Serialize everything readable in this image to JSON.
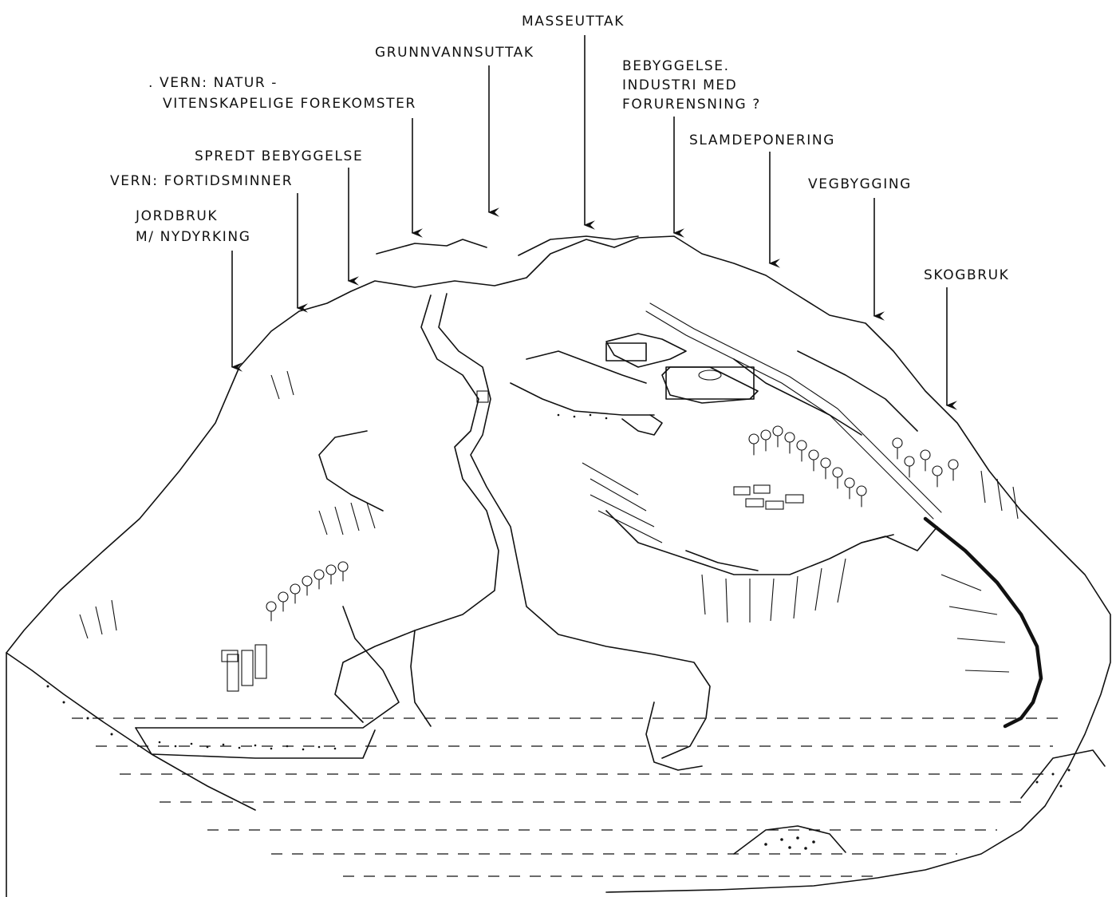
{
  "labels": {
    "masseuttak": "MASSEUTTAK",
    "grunnvannsuttak": "GRUNNVANNSUTTAK",
    "vern_natur_1": ". VERN:  NATUR -",
    "vern_natur_2": "VITENSKAPELIGE  FOREKOMSTER",
    "bebyggelse_1": "BEBYGGELSE.",
    "bebyggelse_2": "INDUSTRI  MED",
    "bebyggelse_3": "FORURENSNING ?",
    "slamdeponering": "SLAMDEPONERING",
    "spredt_bebyggelse": "SPREDT  BEBYGGELSE",
    "vern_fortidsminner": "VERN:  FORTIDSMINNER",
    "vegbygging": "VEGBYGGING",
    "jordbruk_1": "JORDBRUK",
    "jordbruk_2": "M/ NYDYRKING",
    "skogbruk": "SKOGBRUK"
  }
}
